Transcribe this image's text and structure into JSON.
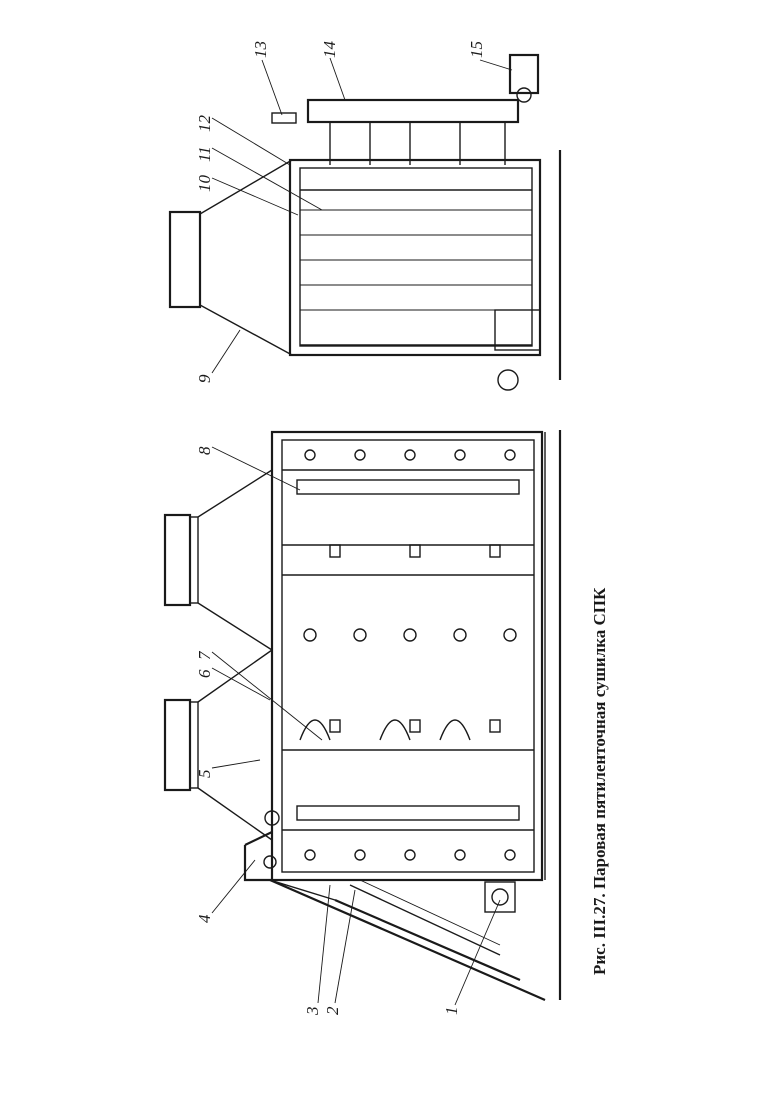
{
  "figure": {
    "caption": "Рис. III.27. Паровая пятиленточная сушилка СПК",
    "callouts": [
      "1",
      "2",
      "3",
      "4",
      "5",
      "6",
      "7",
      "8",
      "9",
      "10",
      "11",
      "12",
      "13",
      "14",
      "15"
    ]
  }
}
